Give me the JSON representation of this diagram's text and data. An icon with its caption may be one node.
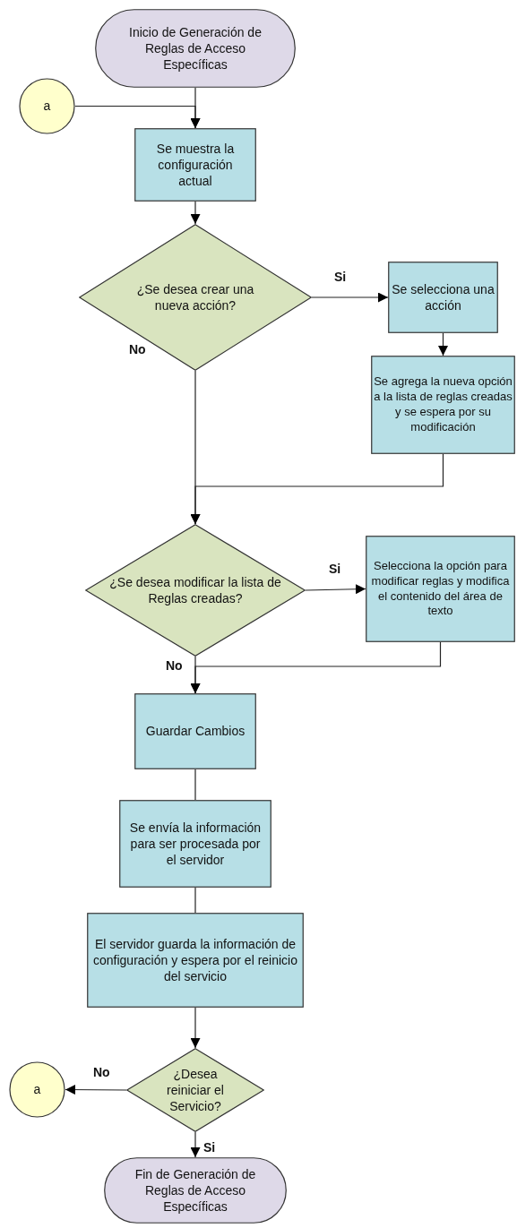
{
  "diagram": {
    "nodes": [
      {
        "text": [
          "Inicio de Generación de Reglas de Acceso Específicas"
        ]
      },
      {
        "text": [
          "a"
        ]
      },
      {
        "text": [
          "Se muestra la configuración actual"
        ]
      },
      {
        "text": [
          "¿Se desea crear una nueva acción?"
        ]
      },
      {
        "text": [
          "Se selecciona una acción"
        ]
      },
      {
        "text": [
          "Se agrega la nueva opción a la lista de reglas creadas y se espera por su modificación"
        ]
      },
      {
        "text": [
          "¿Se desea modificar la lista de Reglas creadas?"
        ]
      },
      {
        "text": [
          "Selecciona la opción para modificar reglas y modifica el contenido del área de texto"
        ]
      },
      {
        "text": [
          "Guardar Cambios"
        ]
      },
      {
        "text": [
          "Se envía la información para ser procesada por el servidor"
        ]
      },
      {
        "text": [
          "El servidor guarda la información de configuración y espera por el reinicio del servicio"
        ]
      },
      {
        "text": [
          "¿Desea reiniciar el Servicio?"
        ]
      },
      {
        "text": [
          "a"
        ]
      },
      {
        "text": [
          "Fin de  Generación de Reglas de Acceso Específicas"
        ]
      }
    ],
    "edges": [
      {
        "from": 0,
        "to": 2,
        "arrow": "to"
      },
      {
        "from": 1,
        "to": 2,
        "arrow": "to"
      },
      {
        "from": 2,
        "to": 3,
        "arrow": "to"
      },
      {
        "from": 3,
        "to": 4,
        "arrow": "to",
        "label": "Si"
      },
      {
        "from": 4,
        "to": 5,
        "arrow": "to"
      },
      {
        "from": 3,
        "to": 6,
        "arrow": "to",
        "label": "No"
      },
      {
        "from": 5,
        "to": 6,
        "arrow": "to"
      },
      {
        "from": 6,
        "to": 7,
        "arrow": "to",
        "label": "Si"
      },
      {
        "from": 6,
        "to": 8,
        "arrow": "to",
        "label": "No"
      },
      {
        "from": 7,
        "to": 8,
        "arrow": "to"
      },
      {
        "from": 8,
        "to": 9,
        "arrow": "none"
      },
      {
        "from": 9,
        "to": 10,
        "arrow": "none"
      },
      {
        "from": 10,
        "to": 11,
        "arrow": "to"
      },
      {
        "from": 11,
        "to": 12,
        "arrow": "to",
        "label": "No"
      },
      {
        "from": 11,
        "to": 13,
        "arrow": "to",
        "label": "Si"
      }
    ]
  }
}
